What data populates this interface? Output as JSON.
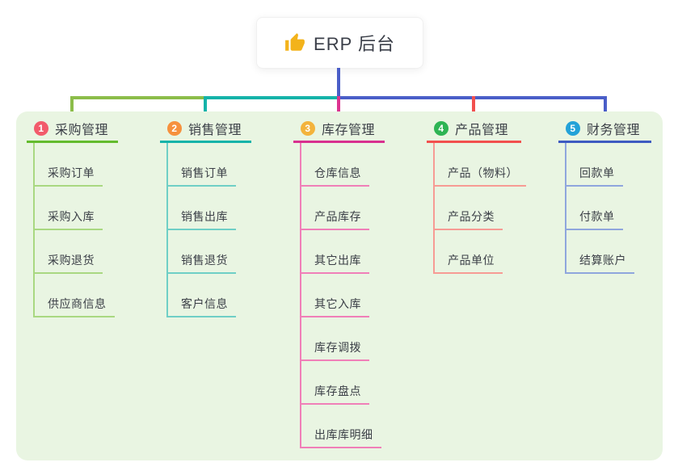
{
  "root": {
    "label": "ERP 后台",
    "icon": "thumbs-up-icon"
  },
  "connectors": {
    "stem_color": "#4a5ec8",
    "bus_segments": [
      {
        "color": "#8cbd4a"
      },
      {
        "color": "#14b3a9"
      },
      {
        "color": "#4a5ec8"
      }
    ],
    "drops": [
      {
        "color": "#8cbd4a"
      },
      {
        "color": "#14b3a9"
      },
      {
        "color": "#dd3390"
      },
      {
        "color": "#f2504e"
      },
      {
        "color": "#4a5ec8"
      }
    ]
  },
  "panel": {
    "background": "#e9f5e2"
  },
  "branches": [
    {
      "badge": "1",
      "badge_color": "#f25b6b",
      "label": "采购管理",
      "line_color": "#63bb2d",
      "child_line_color": "#a9d881",
      "children": [
        "采购订单",
        "采购入库",
        "采购退货",
        "供应商信息"
      ]
    },
    {
      "badge": "2",
      "badge_color": "#f6913d",
      "label": "销售管理",
      "line_color": "#14b3a9",
      "child_line_color": "#6fcfc6",
      "children": [
        "销售订单",
        "销售出库",
        "销售退货",
        "客户信息"
      ]
    },
    {
      "badge": "3",
      "badge_color": "#f3b33c",
      "label": "库存管理",
      "line_color": "#d8308f",
      "child_line_color": "#f07fb8",
      "children": [
        "仓库信息",
        "产品库存",
        "其它出库",
        "其它入库",
        "库存调拨",
        "库存盘点",
        "出库库明细"
      ]
    },
    {
      "badge": "4",
      "badge_color": "#2eb454",
      "label": "产品管理",
      "line_color": "#f2504e",
      "child_line_color": "#f79b94",
      "children": [
        "产品（物料）",
        "产品分类",
        "产品单位"
      ]
    },
    {
      "badge": "5",
      "badge_color": "#23a2d8",
      "label": "财务管理",
      "line_color": "#3d5ac1",
      "child_line_color": "#8fa6dd",
      "children": [
        "回款单",
        "付款单",
        "结算账户"
      ]
    }
  ]
}
